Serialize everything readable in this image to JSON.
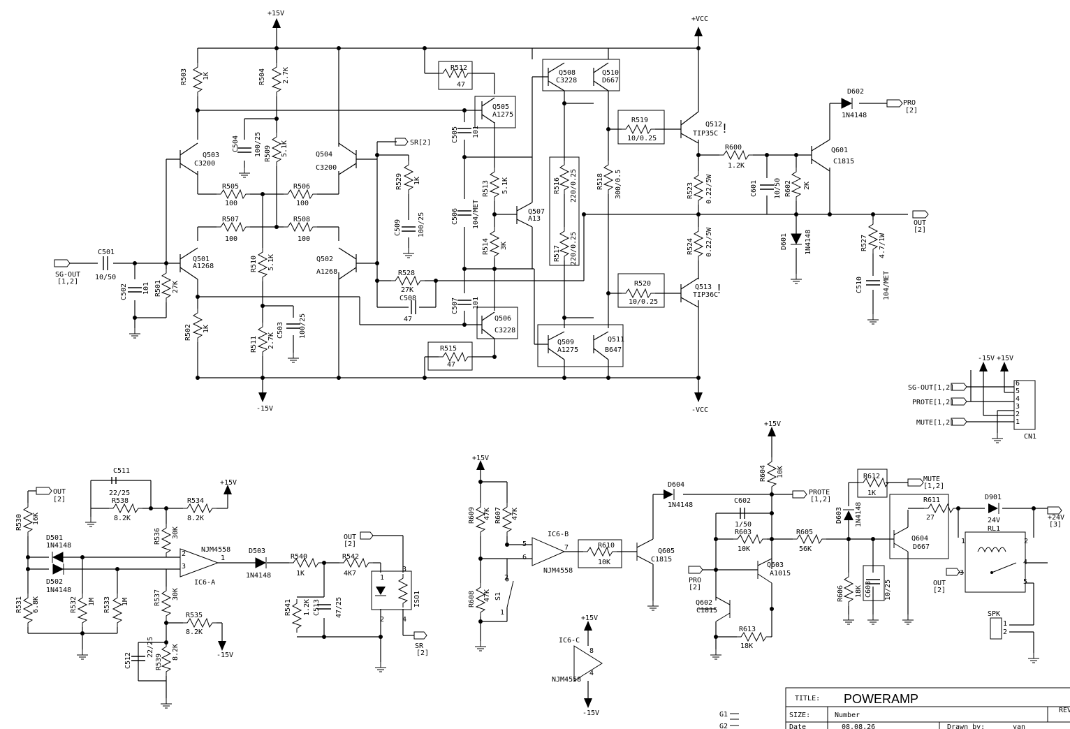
{
  "title_block": {
    "title_label": "TITLE:",
    "title": "POWERAMP",
    "rev_label": "REV",
    "size_label": "SIZE:",
    "size": "Number",
    "date_label": "Date",
    "date": "08.08.26",
    "drawn_label": "Drawn by:",
    "drawn": "yan"
  },
  "rails": {
    "p15": "+15V",
    "m15": "-15V",
    "vcc_p": "+VCC",
    "vcc_m": "-VCC",
    "p24": "+24V"
  },
  "connectors": {
    "sg_out": "SG-OUT",
    "sg_out_ref": "[1,2]",
    "sr2": "SR[2]",
    "pro": "PRO",
    "pro_ref": "[2]",
    "out": "OUT",
    "out_ref": "[2]",
    "prote": "PROTE",
    "prote_ref": "[1,2]",
    "mute": "MUTE",
    "mute_ref": "[1,2]",
    "sr": "SR",
    "sr_ref": "[2]",
    "p24_ref": "[3]",
    "cn1_sg": "SG-OUT[1,2]",
    "cn1_prote": "PROTE[1,2]",
    "cn1_mute": "MUTE[1,2]",
    "cn1": "CN1",
    "cn1_pins": [
      "6",
      "5",
      "4",
      "3",
      "2",
      "1"
    ],
    "g1": "G1",
    "g2": "G2"
  },
  "resistors": [
    {
      "ref": "R503",
      "val": "1K"
    },
    {
      "ref": "R504",
      "val": "2.7K"
    },
    {
      "ref": "R509",
      "val": "5.1K"
    },
    {
      "ref": "R505",
      "val": "100"
    },
    {
      "ref": "R506",
      "val": "100"
    },
    {
      "ref": "R507",
      "val": "100"
    },
    {
      "ref": "R508",
      "val": "100"
    },
    {
      "ref": "R510",
      "val": "5.1K"
    },
    {
      "ref": "R511",
      "val": "2.7K"
    },
    {
      "ref": "R501",
      "val": "27K"
    },
    {
      "ref": "R502",
      "val": "1K"
    },
    {
      "ref": "R512",
      "val": "47"
    },
    {
      "ref": "R529",
      "val": "1K"
    },
    {
      "ref": "R528",
      "val": "27K"
    },
    {
      "ref": "R513",
      "val": "5.1K"
    },
    {
      "ref": "R514",
      "val": "3K"
    },
    {
      "ref": "R515",
      "val": "47"
    },
    {
      "ref": "R516",
      "val": "220/0.25"
    },
    {
      "ref": "R517",
      "val": "220/0.25"
    },
    {
      "ref": "R518",
      "val": "300/0.5"
    },
    {
      "ref": "R519",
      "val": "10/0.25"
    },
    {
      "ref": "R520",
      "val": "10/0.25"
    },
    {
      "ref": "R523",
      "val": "0.22/5W"
    },
    {
      "ref": "R524",
      "val": "0.22/5W"
    },
    {
      "ref": "R600",
      "val": "1.2K"
    },
    {
      "ref": "R602",
      "val": "2K"
    },
    {
      "ref": "R527",
      "val": "4.7/1W"
    },
    {
      "ref": "R530",
      "val": "16K"
    },
    {
      "ref": "R531",
      "val": "6.8K"
    },
    {
      "ref": "R532",
      "val": "1M"
    },
    {
      "ref": "R533",
      "val": "1M"
    },
    {
      "ref": "R536",
      "val": "30K"
    },
    {
      "ref": "R537",
      "val": "30K"
    },
    {
      "ref": "R538",
      "val": "8.2K"
    },
    {
      "ref": "R534",
      "val": "8.2K"
    },
    {
      "ref": "R535",
      "val": "8.2K"
    },
    {
      "ref": "R539",
      "val": "8.2K"
    },
    {
      "ref": "R540",
      "val": "1K"
    },
    {
      "ref": "R542",
      "val": "4K7"
    },
    {
      "ref": "R541",
      "val": "1.2K"
    },
    {
      "ref": "R609",
      "val": "47K"
    },
    {
      "ref": "R607",
      "val": "47K"
    },
    {
      "ref": "R608",
      "val": "47K"
    },
    {
      "ref": "R610",
      "val": "10K"
    },
    {
      "ref": "R604",
      "val": "10K"
    },
    {
      "ref": "R603",
      "val": "10K"
    },
    {
      "ref": "R605",
      "val": "56K"
    },
    {
      "ref": "R613",
      "val": "18K"
    },
    {
      "ref": "R612",
      "val": "1K"
    },
    {
      "ref": "R611",
      "val": "27"
    },
    {
      "ref": "R606",
      "val": "18K"
    }
  ],
  "capacitors": [
    {
      "ref": "C501",
      "val": "10/50"
    },
    {
      "ref": "C502",
      "val": "101"
    },
    {
      "ref": "C504",
      "val": "100/25"
    },
    {
      "ref": "C503",
      "val": "100/25"
    },
    {
      "ref": "C505",
      "val": "101"
    },
    {
      "ref": "C509",
      "val": "100/25"
    },
    {
      "ref": "C506",
      "val": "104/MET"
    },
    {
      "ref": "C508",
      "val": "47"
    },
    {
      "ref": "C507",
      "val": "101"
    },
    {
      "ref": "C601",
      "val": "10/50"
    },
    {
      "ref": "C510",
      "val": "104/MET"
    },
    {
      "ref": "C511",
      "val": "22/25"
    },
    {
      "ref": "C512",
      "val": "22/25"
    },
    {
      "ref": "C513",
      "val": "47/25"
    },
    {
      "ref": "C602",
      "val": "1/50"
    },
    {
      "ref": "C603",
      "val": "10/25"
    }
  ],
  "transistors": [
    {
      "ref": "Q503",
      "val": "C3200"
    },
    {
      "ref": "Q504",
      "val": "C3200"
    },
    {
      "ref": "Q501",
      "val": "A1268"
    },
    {
      "ref": "Q502",
      "val": "A1268"
    },
    {
      "ref": "Q505",
      "val": "A1275"
    },
    {
      "ref": "Q507",
      "val": "A13"
    },
    {
      "ref": "Q506",
      "val": "C3228"
    },
    {
      "ref": "Q508",
      "val": "C3228"
    },
    {
      "ref": "Q510",
      "val": "D667"
    },
    {
      "ref": "Q509",
      "val": "A1275"
    },
    {
      "ref": "Q511",
      "val": "B647"
    },
    {
      "ref": "Q512",
      "val": "TIP35C"
    },
    {
      "ref": "Q513",
      "val": "TIP36C"
    },
    {
      "ref": "Q601",
      "val": "C1815"
    },
    {
      "ref": "Q605",
      "val": "C1815"
    },
    {
      "ref": "Q603",
      "val": "A1015"
    },
    {
      "ref": "Q602",
      "val": "C1815"
    },
    {
      "ref": "Q604",
      "val": "D667"
    }
  ],
  "diodes": [
    {
      "ref": "D602",
      "val": "1N4148"
    },
    {
      "ref": "D601",
      "val": "1N4148"
    },
    {
      "ref": "D501",
      "val": "1N4148"
    },
    {
      "ref": "D502",
      "val": "1N4148"
    },
    {
      "ref": "D503",
      "val": "1N4148"
    },
    {
      "ref": "D604",
      "val": "1N4148"
    },
    {
      "ref": "D603",
      "val": "1N4148"
    },
    {
      "ref": "D901",
      "val": "24V"
    }
  ],
  "ics": {
    "ic6a": "IC6-A",
    "ic6b": "IC6-B",
    "ic6c": "IC6-C",
    "part": "NJM4558",
    "iso": "ISO1",
    "s1": "S1",
    "rl1": "RL1",
    "spk": "SPK"
  },
  "pins": {
    "ic6a_p2": "2",
    "ic6a_p3": "3",
    "ic6a_p1": "1",
    "ic6b_p5": "5",
    "ic6b_p6": "6",
    "ic6b_p7": "7",
    "ic6c_p8": "8",
    "ic6c_p4": "4",
    "iso_p1": "1",
    "iso_p2": "2",
    "iso_p3": "3",
    "iso_p4": "4",
    "s1_p1": "1",
    "s1_p2": "2",
    "rl_p1": "1",
    "rl_p2": "2",
    "rl_p3": "3",
    "rl_p4": "4",
    "rl_p5": "5",
    "spk_p1": "1",
    "spk_p2": "2"
  },
  "marks": {
    "warn": "!"
  }
}
